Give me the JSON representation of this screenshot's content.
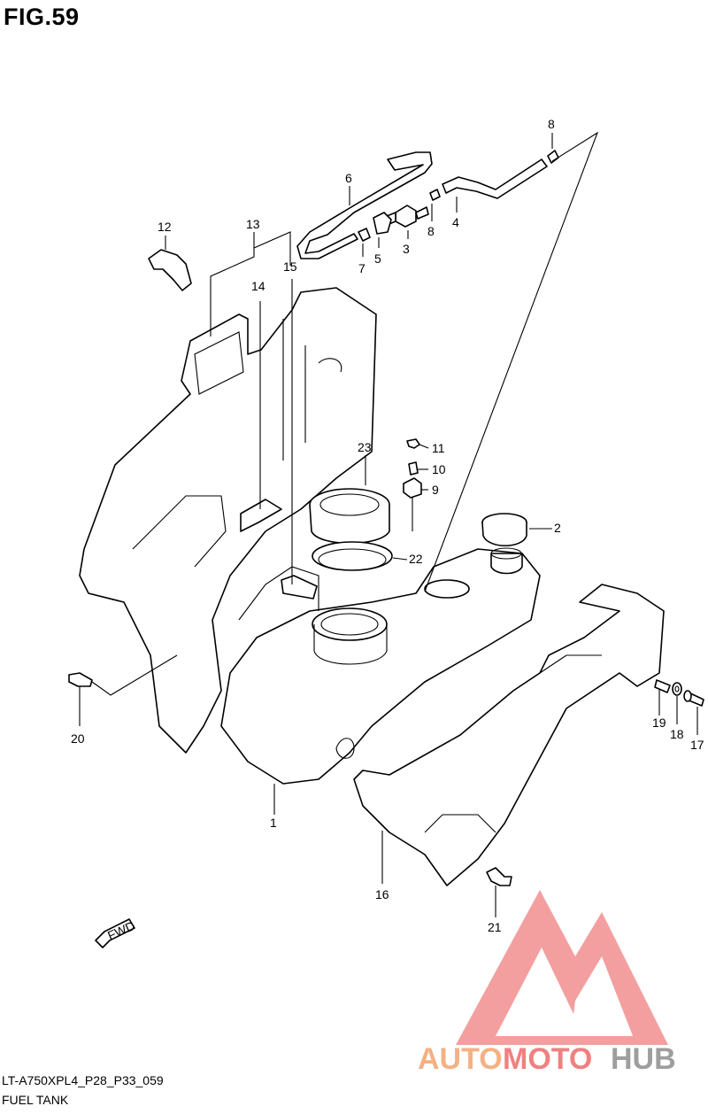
{
  "figure": {
    "title": "FIG.59",
    "drawing_code": "LT-A750XPL4_P28_P33_059",
    "section_name": "FUEL TANK"
  },
  "callouts": [
    "1",
    "2",
    "3",
    "4",
    "5",
    "6",
    "7",
    "8",
    "8",
    "9",
    "10",
    "11",
    "12",
    "13",
    "14",
    "15",
    "16",
    "17",
    "18",
    "19",
    "20",
    "21",
    "22",
    "23"
  ],
  "direction_badge": "FWD",
  "watermark": {
    "text_part1": "AUTO",
    "text_part2": "MOTO",
    "text_part3": "HUB",
    "color_primary": "#f4b183",
    "color_secondary": "#f08080",
    "color_dark": "#9e9e9e"
  }
}
